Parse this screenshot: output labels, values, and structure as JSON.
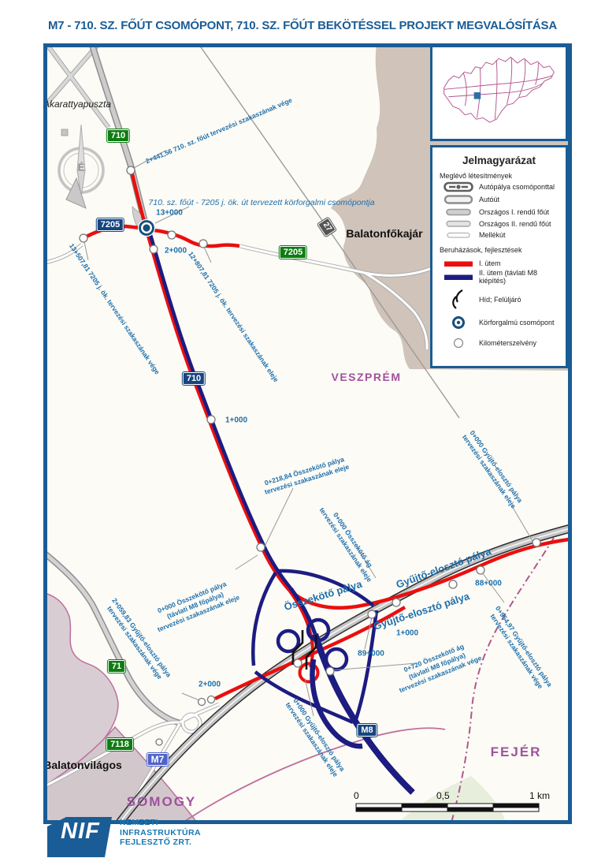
{
  "title": "M7 - 710. SZ. FŐÚT CSOMÓPONT, 710. SZ. FŐÚT BEKÖTÉSSEL PROJEKT MEGVALÓSÍTÁSA",
  "colors": {
    "frame_blue": "#1a5c95",
    "phase1_red": "#e90f0f",
    "phase2_navy": "#1c1c82",
    "annotation_blue": "#1e6fad",
    "county_purple": "#a0519e",
    "settlement_beige": "#cfc3ba",
    "green_sign": "#0e7c12"
  },
  "compass": {
    "north": "É"
  },
  "places": {
    "akarattyapuszta": "Akarattyapuszta",
    "balatonfokajar": "Balatonfőkajár",
    "balatonvilagos": "Balatonvilágos",
    "veszprem": "VESZPRÉM",
    "somogy": "SOMOGY",
    "fejer": "FEJÉR"
  },
  "signs": {
    "road710_green": "710",
    "road7205_navy": "7205",
    "road7205_green": "7205",
    "rail27": "27",
    "road710_navy": "710",
    "road71": "71",
    "road7118": "7118",
    "m7": "M7",
    "m8": "M8"
  },
  "chainages": {
    "c13000": "13+000",
    "c2000_a": "2+000",
    "c1000_a": "1+000",
    "c2000_b": "2+000",
    "c88000": "88+000",
    "c89000": "89+000",
    "c1000_b": "1+000"
  },
  "road_labels": {
    "osszekoto": "Összekötő pálya",
    "gyujto_felso": "Gyűjtő-elosztó pálya",
    "gyujto_also": "Gyűjtő-elosztó pálya"
  },
  "annotations": {
    "a1": "2+441,56 710. sz. főút tervezési szakaszának vége",
    "a2": "710. sz. főút - 7205 j. ök. út tervezett körforgalmi csomópontja",
    "a3": "13+507,81 7205 j. ök. tervezési szakaszának vége",
    "a4": "12+807,81 7205 j. ök. tervezési szakaszának eleje",
    "a5_1": "0+218,84 Összekötő pálya",
    "a5_2": "tervezési szakaszának eleje",
    "a6_1": "0+000 Összekötő ág",
    "a6_2": "tervezési szakaszának eleje",
    "a7_1": "0+000 Összekötő pálya",
    "a7_2": "(távlati M8 főpálya)",
    "a7_3": "tervezési szakaszának eleje",
    "a8_1": "2+059,83 Gyűjtő-elosztó pálya",
    "a8_2": "tervezési szakaszának vége",
    "a9_1": "0+000 Gyűjtő-elosztó pálya",
    "a9_2": "tervezési szakaszának eleje",
    "a10_1": "0+720 Összekötő ág",
    "a10_2": "(távlati M8 főpálya)",
    "a10_3": "tervezési szakaszának vége",
    "a11_1": "0+954,97 Gyűjtő-elosztó pálya",
    "a11_2": "tervezési szakaszának vége",
    "a12_1": "0+000 Gyűjtő-elosztó pálya",
    "a12_2": "tervezési szakaszának eleje"
  },
  "legend": {
    "title": "Jelmagyarázat",
    "existing_header": "Meglévő létesítmények",
    "items_existing": [
      "Autópálya csomóponttal",
      "Autóút",
      "Országos I. rendű főút",
      "Országos II. rendű főút",
      "Mellékút"
    ],
    "development_header": "Beruházások, fejlesztések",
    "phase1": "I. ütem",
    "phase2": "II. ütem (távlati M8 kiépítés)",
    "bridge": "Híd; Felüljáró",
    "roundabout": "Körforgalmú csomópont",
    "km_marker": "Kilométerszelvény"
  },
  "scalebar": {
    "zero": "0",
    "half": "0,5",
    "one": "1 km"
  },
  "logo": {
    "acronym": "NIF",
    "line1": "NEMZETI",
    "line2": "INFRASTRUKTÚRA",
    "line3": "FEJLESZTŐ ZRT."
  }
}
